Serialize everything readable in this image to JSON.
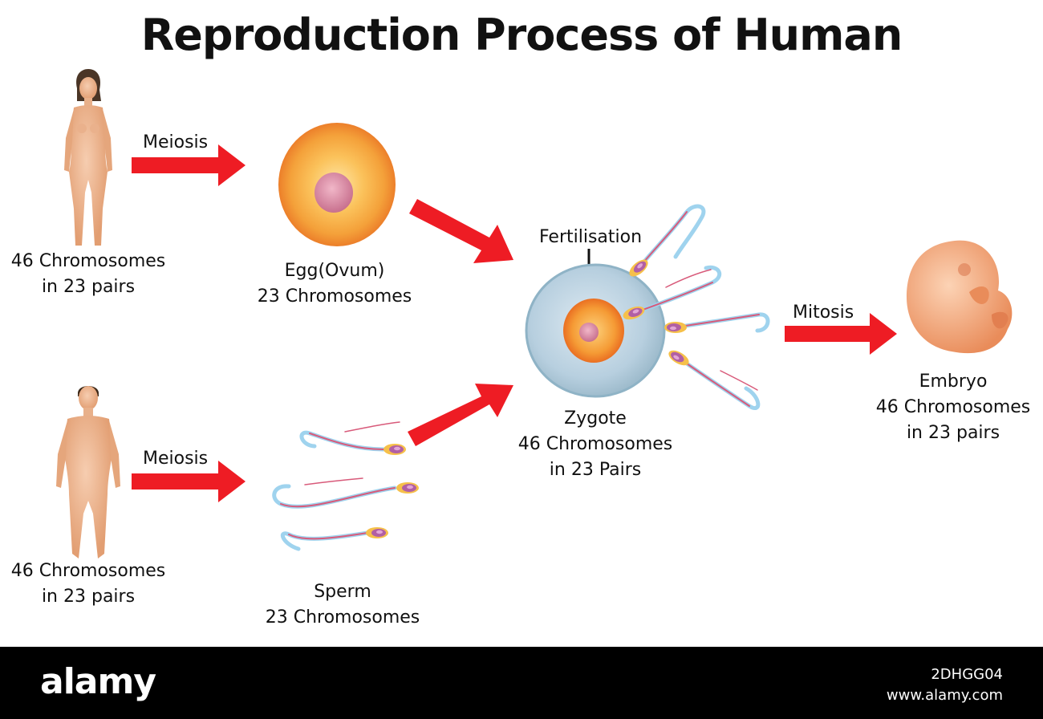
{
  "title": "Reproduction Process of Human",
  "female": {
    "line1": "46 Chromosomes",
    "line2": "in 23 pairs"
  },
  "male": {
    "line1": "46 Chromosomes",
    "line2": "in 23 pairs"
  },
  "arrows": {
    "meiosis_top": "Meiosis",
    "meiosis_bottom": "Meiosis",
    "mitosis": "Mitosis"
  },
  "egg": {
    "line1": "Egg(Ovum)",
    "line2": "23 Chromosomes"
  },
  "sperm": {
    "line1": "Sperm",
    "line2": "23 Chromosomes"
  },
  "fertilisation": "Fertilisation",
  "zygote": {
    "line1": "Zygote",
    "line2": "46 Chromosomes",
    "line3": "in 23 Pairs"
  },
  "embryo": {
    "line1": "Embryo",
    "line2": "46 Chromosomes",
    "line3": "in 23 pairs"
  },
  "footer": {
    "brand": "alamy",
    "image_id": "2DHGG04",
    "site": "www.alamy.com"
  },
  "icons": [
    "female-figure-icon",
    "male-figure-icon",
    "egg-cell-icon",
    "sperm-icon",
    "zygote-icon",
    "embryo-icon",
    "arrow-icon"
  ],
  "colors": {
    "arrow": "#ee1c24",
    "egg": "#f4a13a",
    "skin": "#e8b08a",
    "zygote": "#b9d3e3"
  }
}
